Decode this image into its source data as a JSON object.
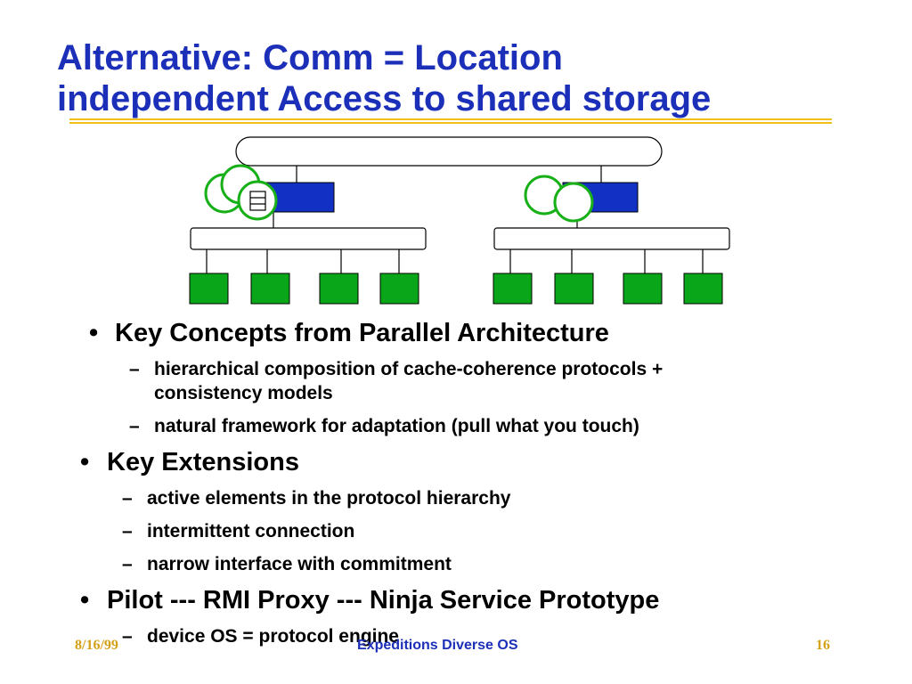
{
  "slide": {
    "title_line1": "Alternative: Comm = Location",
    "title_line2": "independent Access to shared storage",
    "bullets": [
      {
        "text": "Key Concepts from Parallel Architecture",
        "subs": [
          "hierarchical composition of cache-coherence protocols +",
          "consistency models",
          "natural framework for adaptation  (pull what you touch)"
        ]
      },
      {
        "text": "Key Extensions",
        "subs": [
          "active elements in the protocol hierarchy",
          "intermittent connection",
          "narrow interface with commitment"
        ]
      },
      {
        "text": "Pilot --- RMI Proxy --- Ninja Service Prototype",
        "subs": [
          "device OS = protocol engine"
        ]
      }
    ],
    "bullet_marker": "•",
    "sub_marker": "–"
  },
  "footer": {
    "date": "8/16/99",
    "center": "Expeditions Diverse OS",
    "page": "16"
  },
  "colors": {
    "title": "#1c2fb8",
    "rule": "#f0c018",
    "node_blue": "#1230c4",
    "leaf_green": "#0aa61a",
    "circle_green": "#18b018",
    "footer_gold": "#d4a017"
  }
}
